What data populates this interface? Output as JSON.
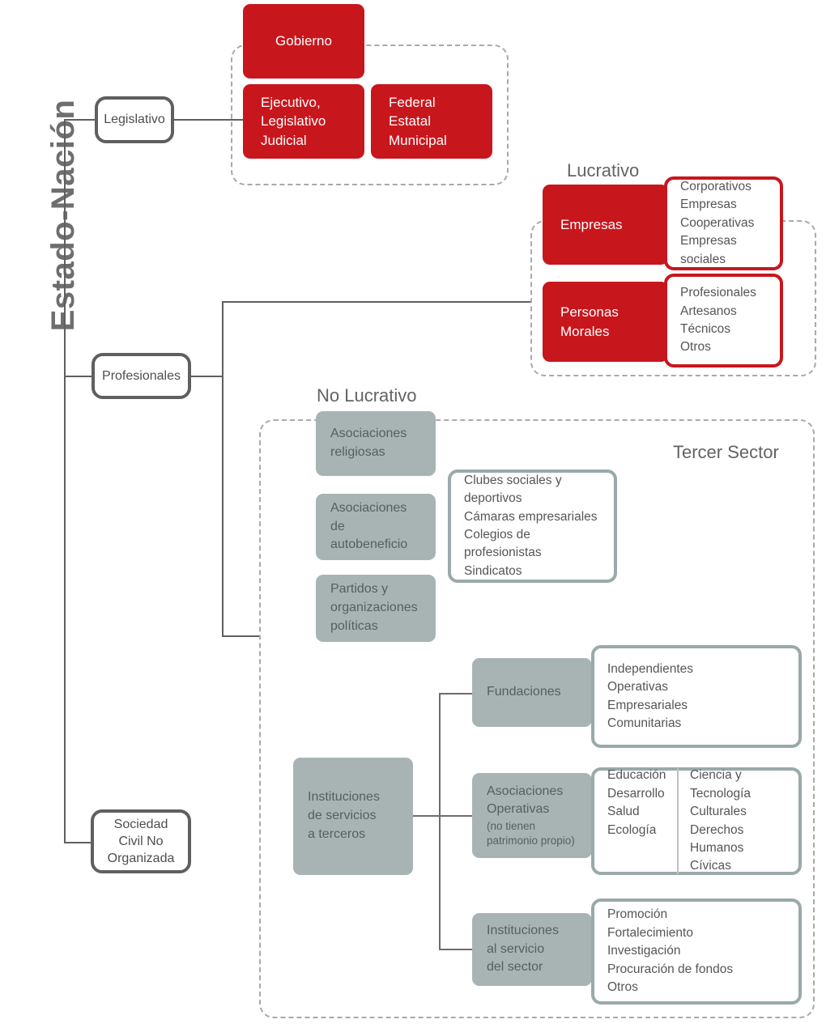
{
  "title": "Estado-Nación",
  "root_nodes": [
    {
      "id": "legislativo",
      "label": "Legislativo"
    },
    {
      "id": "profesionales",
      "label": "Profesionales"
    },
    {
      "id": "sociedad-civil",
      "label": "Sociedad\nCivil No\nOrganizada"
    }
  ],
  "government_group": {
    "boxes": [
      {
        "id": "gobierno",
        "label": "Gobierno"
      },
      {
        "id": "poderes",
        "label": "Ejecutivo,\nLegislativo\nJudicial"
      },
      {
        "id": "ordenes",
        "label": "Federal\nEstatal\nMunicipal"
      }
    ]
  },
  "lucrativo": {
    "heading": "Lucrativo",
    "rows": [
      {
        "id": "empresas",
        "label": "Empresas",
        "details": "Corporativos\nEmpresas\nCooperativas\nEmpresas sociales"
      },
      {
        "id": "personas-morales",
        "label": "Personas\nMorales",
        "details": "Profesionales\nArtesanos\nTécnicos\nOtros"
      }
    ]
  },
  "no_lucrativo": {
    "heading": "No Lucrativo",
    "tercer_sector_heading": "Tercer Sector",
    "self_benefit": {
      "boxes": [
        {
          "id": "asociaciones-religiosas",
          "label": "Asociaciones\nreligiosas"
        },
        {
          "id": "asociaciones-autobeneficio",
          "label": "Asociaciones de\nautobeneficio"
        },
        {
          "id": "partidos-politicos",
          "label": "Partidos y\norganizaciones\npolíticas"
        }
      ],
      "details": "Clubes sociales y deportivos\nCámaras empresariales\nColegios de profesionistas\nSindicatos"
    },
    "third_party_services": {
      "label": "Instituciones\nde servicios\na terceros",
      "children": [
        {
          "id": "fundaciones",
          "label": "Fundaciones",
          "note": "",
          "details": "Independientes\nOperativas\nEmpresariales\nComunitarias"
        },
        {
          "id": "asociaciones-operativas",
          "label": "Asociaciones\nOperativas",
          "note": "(no tienen\npatrimonio propio)",
          "details_col_a": "Educación\nDesarrollo\nSalud\nEcología",
          "details_col_b": "Ciencia y Tecnología\nCulturales\nDerechos Humanos\nCívicas"
        },
        {
          "id": "instituciones-servicio-sector",
          "label": "Instituciones\nal servicio\ndel sector",
          "note": "",
          "details": "Promoción\nFortalecimiento\nInvestigación\nProcuración de fondos\nOtros"
        }
      ]
    }
  },
  "colors": {
    "red": "#c8161d",
    "gray_box": "#a8b4b4",
    "gray_border": "#9aa9a9",
    "dark_gray": "#5f5f5f",
    "dashed": "#a9a9a9",
    "text_gray": "#565656"
  }
}
